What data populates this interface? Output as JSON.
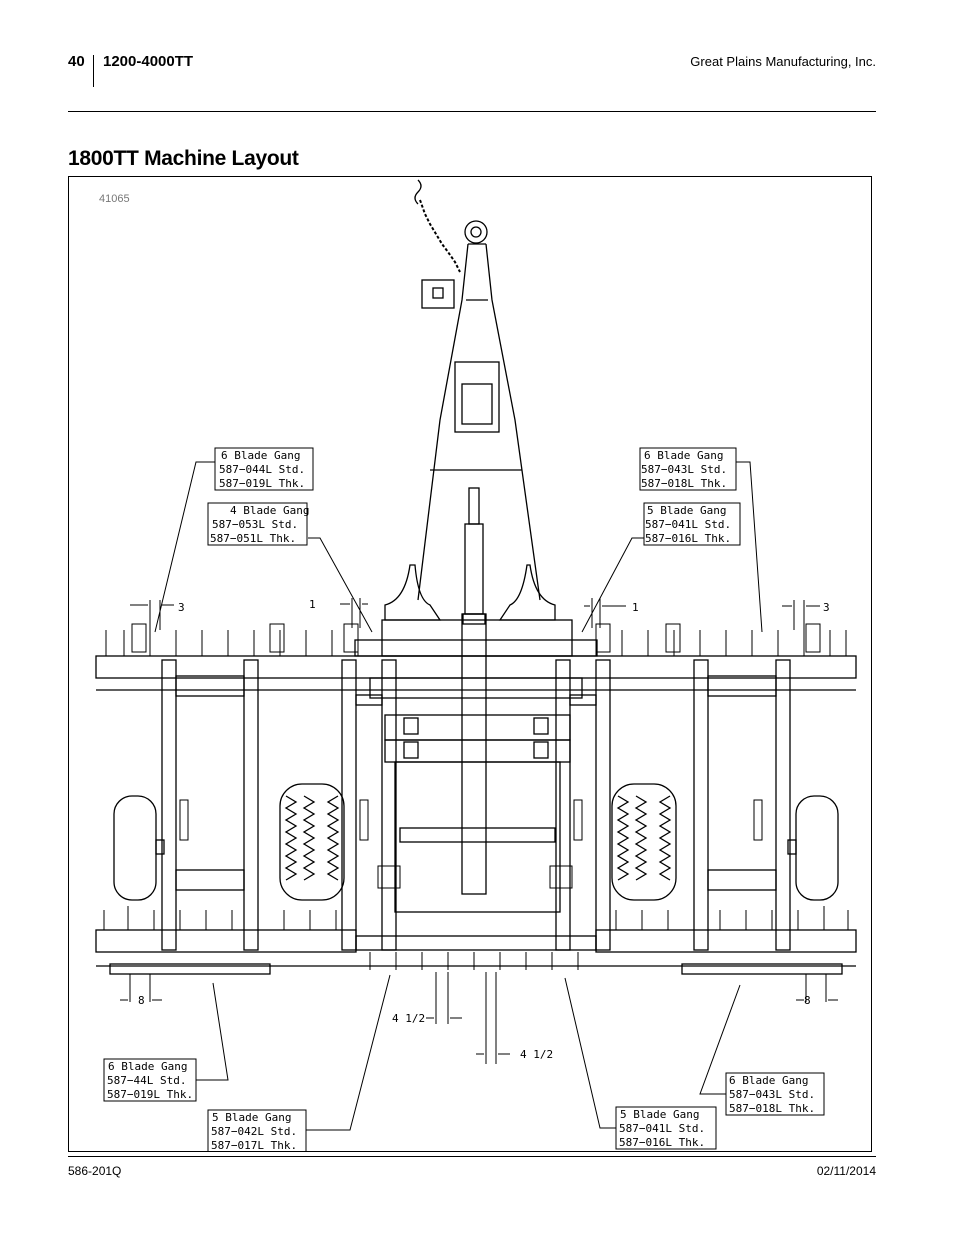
{
  "header": {
    "page_number": "40",
    "model": "1200-4000TT",
    "company": "Great Plains Manufacturing, Inc."
  },
  "section_title": "1800TT Machine Layout",
  "figure": {
    "id": "41065",
    "callouts": [
      {
        "lines": [
          "6 Blade Gang",
          "587−044L Std.",
          "587−019L Thk."
        ]
      },
      {
        "lines": [
          "4 Blade Gang",
          "587−053L Std.",
          "587−051L Thk."
        ]
      },
      {
        "lines": [
          "6 Blade Gang",
          "587−043L Std.",
          "587−018L Thk."
        ]
      },
      {
        "lines": [
          "5 Blade Gang",
          "587−041L Std.",
          "587−016L Thk."
        ]
      },
      {
        "lines": [
          "6 Blade Gang",
          "587−44L Std.",
          "587−019L Thk."
        ]
      },
      {
        "lines": [
          "5 Blade Gang",
          "587−042L Std.",
          "587−017L Thk."
        ]
      },
      {
        "lines": [
          "5 Blade Gang",
          "587−041L Std.",
          "587−016L Thk."
        ]
      },
      {
        "lines": [
          "6 Blade Gang",
          "587−043L Std.",
          "587−018L Thk."
        ]
      }
    ],
    "dimensions": {
      "left_outer": "3",
      "left_inner": "1",
      "right_inner": "1",
      "right_outer": "3",
      "left_rear": "8",
      "right_rear": "8",
      "center_upper": "4 1/2",
      "center_lower": "4 1/2"
    }
  },
  "footer": {
    "doc_number": "586-201Q",
    "date": "02/11/2014"
  }
}
